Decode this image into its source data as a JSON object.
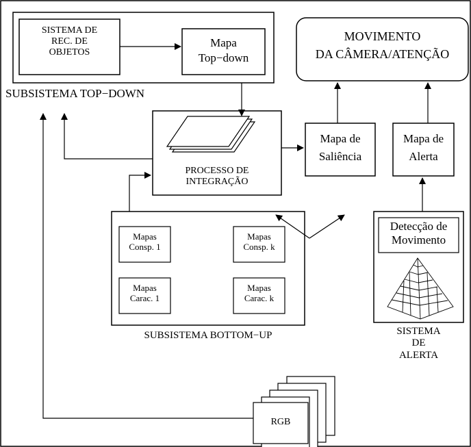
{
  "top_down": {
    "rec_objetos": [
      "SISTEMA DE",
      "REC. DE",
      "OBJETOS"
    ],
    "mapa_top_down": [
      "Mapa",
      "Top−down"
    ],
    "label": "SUBSISTEMA TOP−DOWN"
  },
  "movimento": [
    "MOVIMENTO",
    "DA CÂMERA/ATENÇÃO"
  ],
  "integracao": [
    "PROCESSO DE",
    "INTEGRAÇÃO"
  ],
  "saliencia": [
    "Mapa de",
    "Saliência"
  ],
  "alerta_map": [
    "Mapa de",
    "Alerta"
  ],
  "bottom_up": {
    "consp1": [
      "Mapas",
      "Consp. 1"
    ],
    "conspk": [
      "Mapas",
      "Consp. k"
    ],
    "carac1": [
      "Mapas",
      "Carac. 1"
    ],
    "caracK": [
      "Mapas",
      "Carac. k"
    ],
    "label": "SUBSISTEMA BOTTOM−UP"
  },
  "deteccao": [
    "Detecção de",
    "Movimento"
  ],
  "sistema_alerta": [
    "SISTEMA",
    "DE",
    "ALERTA"
  ],
  "rgb": "RGB"
}
